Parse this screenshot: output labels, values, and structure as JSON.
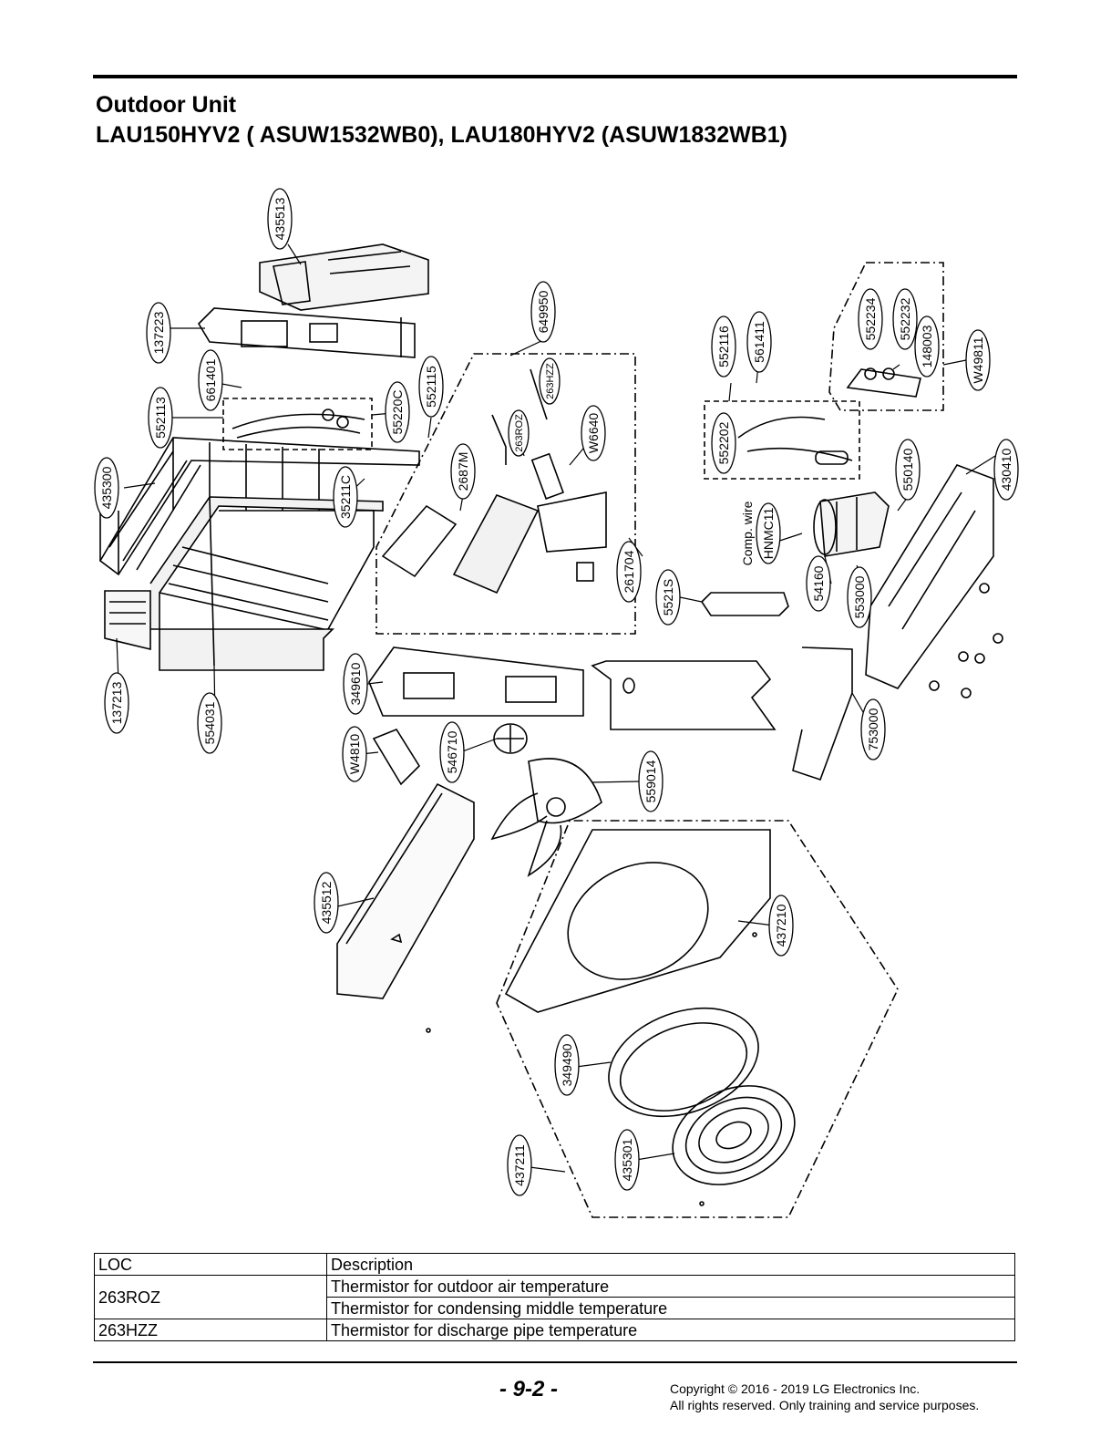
{
  "header": {
    "title": "Outdoor Unit",
    "subtitle": "LAU150HYV2 ( ASUW1532WB0), LAU180HYV2 (ASUW1832WB1)"
  },
  "diagram": {
    "part_labels": {
      "p435513": "435513",
      "p137223": "137223",
      "p649950": "649950",
      "p661401": "661401",
      "p552113": "552113",
      "p55220C": "55220C",
      "p552115": "552115",
      "p263HZZ": "263HZZ",
      "p263ROZ": "263ROZ",
      "pW6640": "W6640",
      "p2687M": "2687M",
      "p35211C": "35211C",
      "p435300": "435300",
      "p261704": "261704",
      "p137213": "137213",
      "p554031": "554031",
      "p349610": "349610",
      "pW4810": "W4810",
      "p546710": "546710",
      "p559014": "559014",
      "p435512": "435512",
      "p437210": "437210",
      "p349490": "349490",
      "p437211": "437211",
      "p435301": "435301",
      "p552116": "552116",
      "p561411": "561411",
      "p552234": "552234",
      "p552232": "552232",
      "p148003": "148003",
      "pW49811": "W49811",
      "p552202": "552202",
      "p550140": "550140",
      "p430410": "430410",
      "pHNMC11": "HNMC11",
      "pCompWire": "Comp. wire",
      "p54160": "54160",
      "p553000": "553000",
      "p5521S": "5521S",
      "p753000": "753000"
    }
  },
  "table": {
    "header": {
      "loc": "LOC",
      "desc": "Description"
    },
    "rows": [
      {
        "loc": "263ROZ",
        "desc1": "Thermistor for outdoor air temperature",
        "desc2": "Thermistor for condensing middle temperature"
      },
      {
        "loc": "263HZZ",
        "desc1": "Thermistor for discharge pipe temperature"
      }
    ]
  },
  "footer": {
    "page": "- 9-2 -",
    "copyright_line1": "Copyright © 2016 - 2019 LG Electronics Inc.",
    "copyright_line2": "All rights reserved. Only training and service purposes."
  }
}
